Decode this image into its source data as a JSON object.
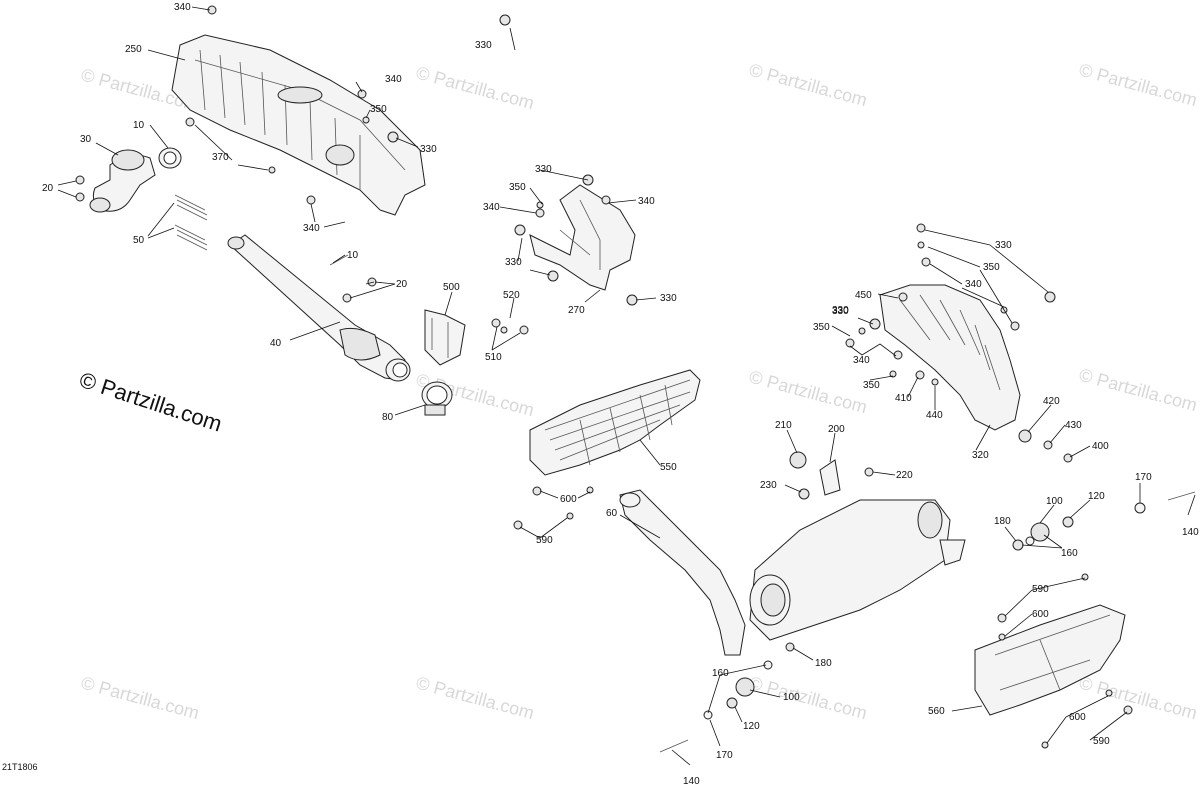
{
  "diagram_code": "21T1806",
  "watermark": {
    "main_text": "© Partzilla.com",
    "tile_text": "© Partzilla.com"
  },
  "callouts": [
    "340",
    "330",
    "250",
    "340",
    "350",
    "330",
    "10",
    "30",
    "370",
    "20",
    "340",
    "50",
    "10",
    "20",
    "40",
    "80",
    "500",
    "520",
    "510",
    "330",
    "350",
    "340",
    "340",
    "330",
    "270",
    "330",
    "330",
    "330",
    "350",
    "340",
    "450",
    "350",
    "330",
    "340",
    "350",
    "410",
    "440",
    "420",
    "430",
    "400",
    "320",
    "550",
    "600",
    "590",
    "210",
    "200",
    "230",
    "220",
    "60",
    "100",
    "120",
    "170",
    "180",
    "160",
    "140",
    "590",
    "600",
    "180",
    "160",
    "100",
    "120",
    "170",
    "140",
    "560",
    "600",
    "590"
  ],
  "colors": {
    "line": "#222222",
    "part_fill": "#f4f4f4",
    "watermark": "#d8d8d8"
  }
}
